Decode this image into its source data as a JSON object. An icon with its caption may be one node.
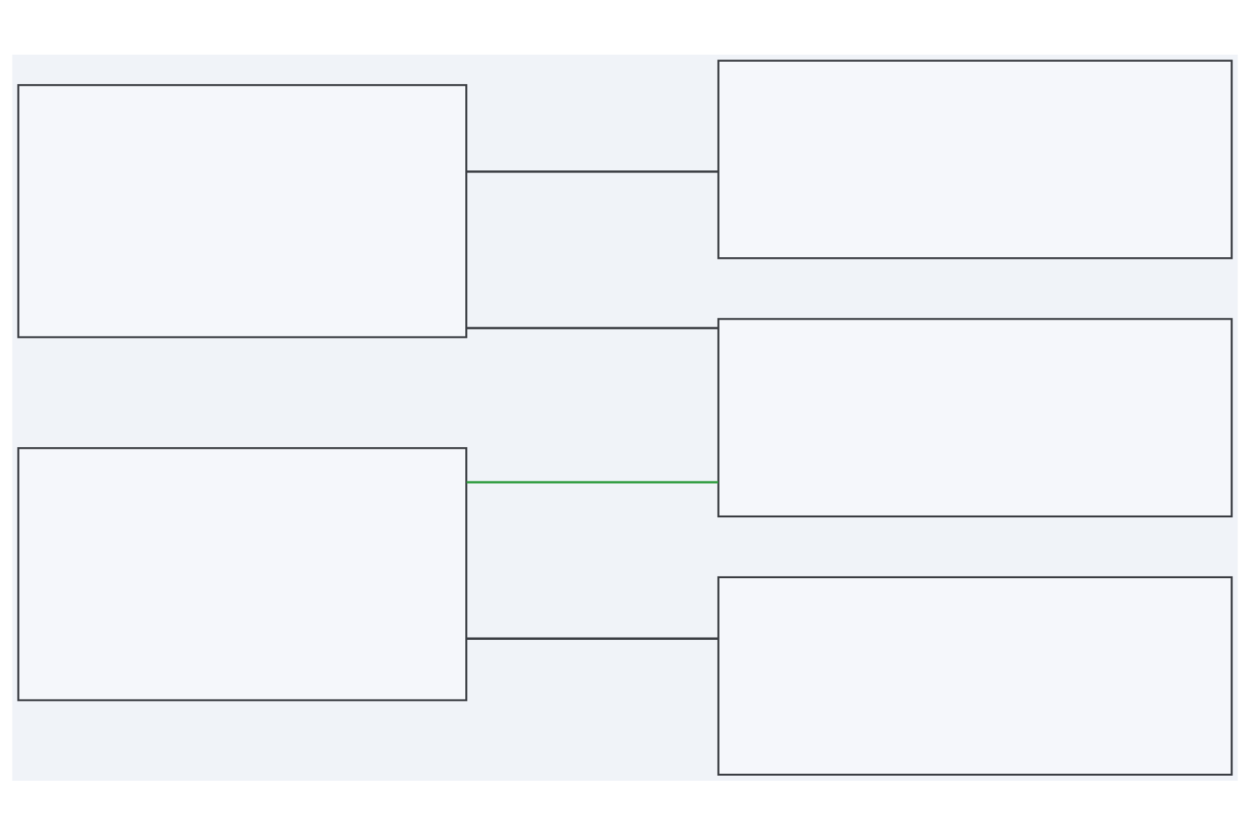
{
  "diagram": {
    "nodes": [
      {
        "text": [],
        "shape": "box"
      },
      {
        "text": [],
        "shape": "box"
      },
      {
        "text": [],
        "shape": "box"
      },
      {
        "text": [],
        "shape": "box"
      },
      {
        "text": [],
        "shape": "box"
      }
    ],
    "edges": [
      {
        "from": 0,
        "to": 2,
        "arrow": "none"
      },
      {
        "from": 0,
        "to": 3,
        "arrow": "none"
      },
      {
        "from": 1,
        "to": 3,
        "arrow": "none",
        "color": "#2e9b3e"
      },
      {
        "from": 1,
        "to": 4,
        "arrow": "none"
      }
    ]
  }
}
